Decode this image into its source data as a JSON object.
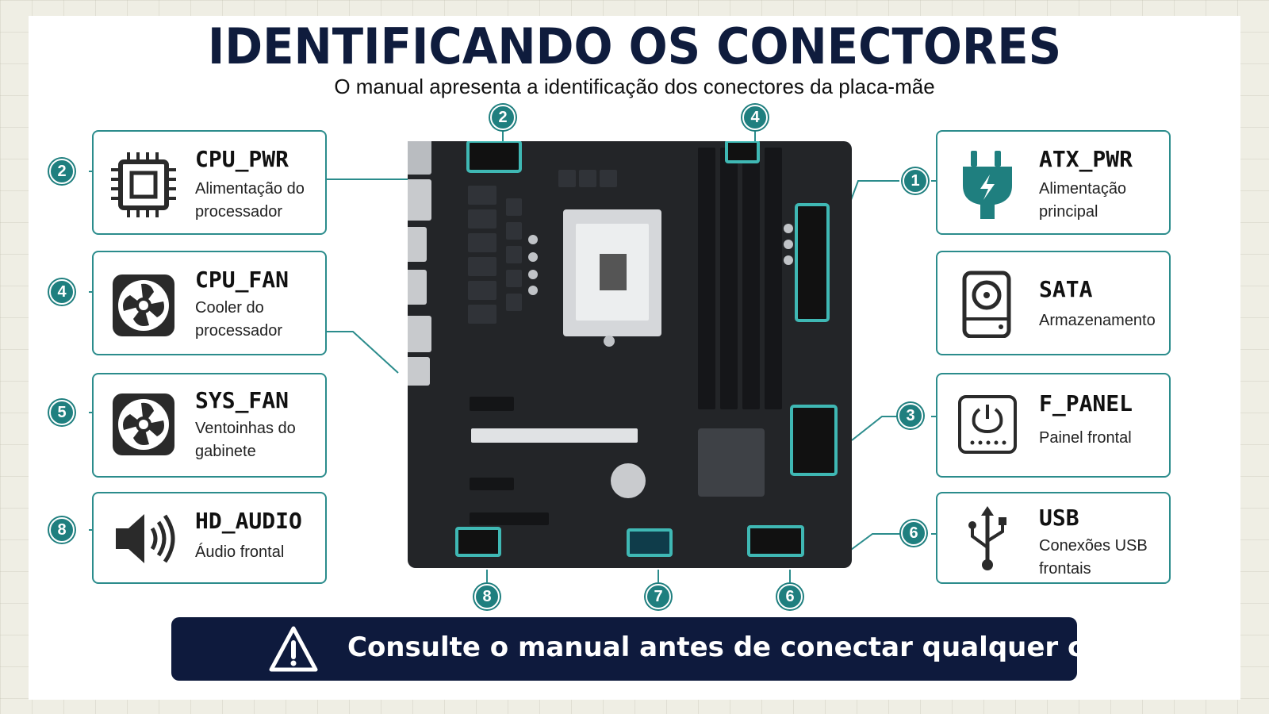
{
  "title": "IDENTIFICANDO OS CONECTORES",
  "subtitle": "O manual apresenta a identificação dos conectores da placa-mãe",
  "connectors": [
    {
      "number": "2",
      "name": "CPU_PWR",
      "desc": "Alimentação do processador",
      "icon": "cpu-icon"
    },
    {
      "number": "4",
      "name": "CPU_FAN",
      "desc": "Cooler do processador",
      "icon": "fan-icon"
    },
    {
      "number": "5",
      "name": "SYS_FAN",
      "desc": "Ventoinhas do gabinete",
      "icon": "fan-icon"
    },
    {
      "number": "8",
      "name": "HD_AUDIO",
      "desc": "Áudio frontal",
      "icon": "speaker-icon"
    },
    {
      "number": "1",
      "name": "ATX_PWR",
      "desc": "Alimentação principal",
      "icon": "power-plug-icon"
    },
    {
      "number": "",
      "name": "SATA",
      "desc": "Armazenamento",
      "icon": "hard-drive-icon"
    },
    {
      "number": "3",
      "name": "F_PANEL",
      "desc": "Painel frontal",
      "icon": "power-button-icon"
    },
    {
      "number": "6",
      "name": "USB",
      "desc": "Conexões USB frontais",
      "icon": "usb-icon"
    }
  ],
  "board_markers": [
    "2",
    "4",
    "8",
    "7",
    "6"
  ],
  "warning": {
    "text": "Consulte o manual antes de conectar qualquer cabo.",
    "icon": "warning-triangle-icon"
  },
  "colors": {
    "accent": "#1f7f7f",
    "title": "#0f1c3d",
    "banner": "#0e1a3d",
    "board": "#232528"
  }
}
